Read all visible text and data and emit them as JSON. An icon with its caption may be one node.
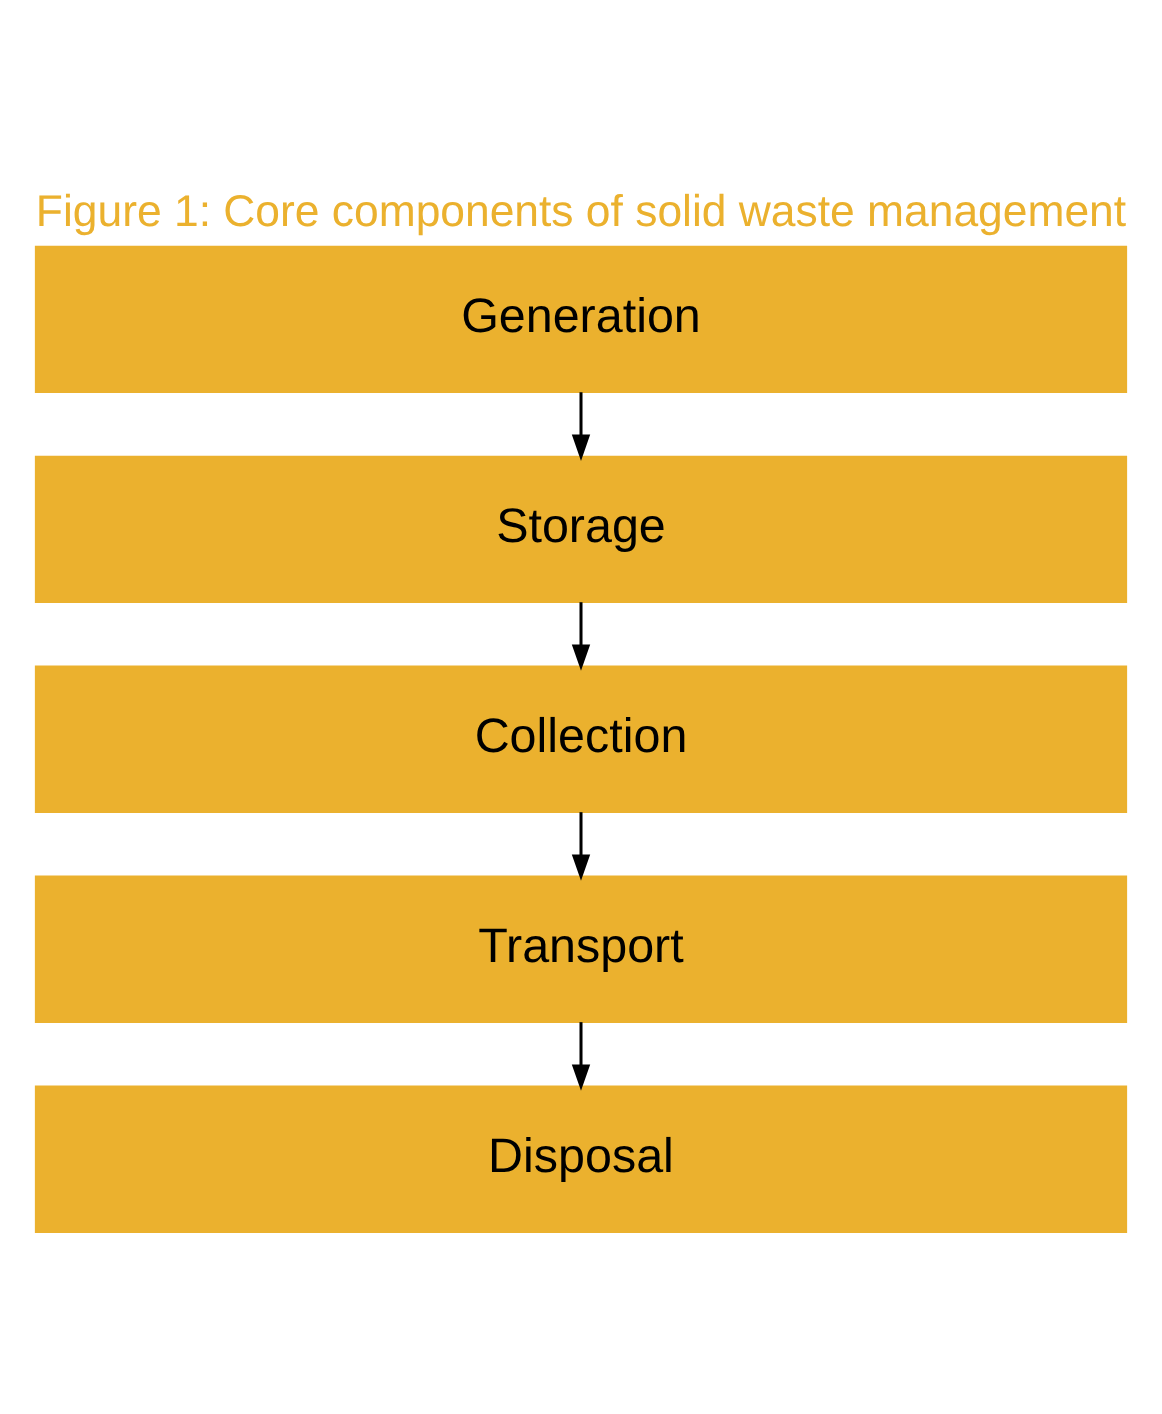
{
  "diagram": {
    "title": "Figure 1: Core components of solid waste management",
    "nodes": [
      {
        "text": [
          "Generation"
        ]
      },
      {
        "text": [
          "Storage"
        ]
      },
      {
        "text": [
          "Collection"
        ]
      },
      {
        "text": [
          "Transport"
        ]
      },
      {
        "text": [
          "Disposal"
        ]
      }
    ],
    "edges": [
      {
        "from": 0,
        "to": 1,
        "arrow": "to"
      },
      {
        "from": 1,
        "to": 2,
        "arrow": "to"
      },
      {
        "from": 2,
        "to": 3,
        "arrow": "to"
      },
      {
        "from": 3,
        "to": 4,
        "arrow": "to"
      }
    ]
  }
}
